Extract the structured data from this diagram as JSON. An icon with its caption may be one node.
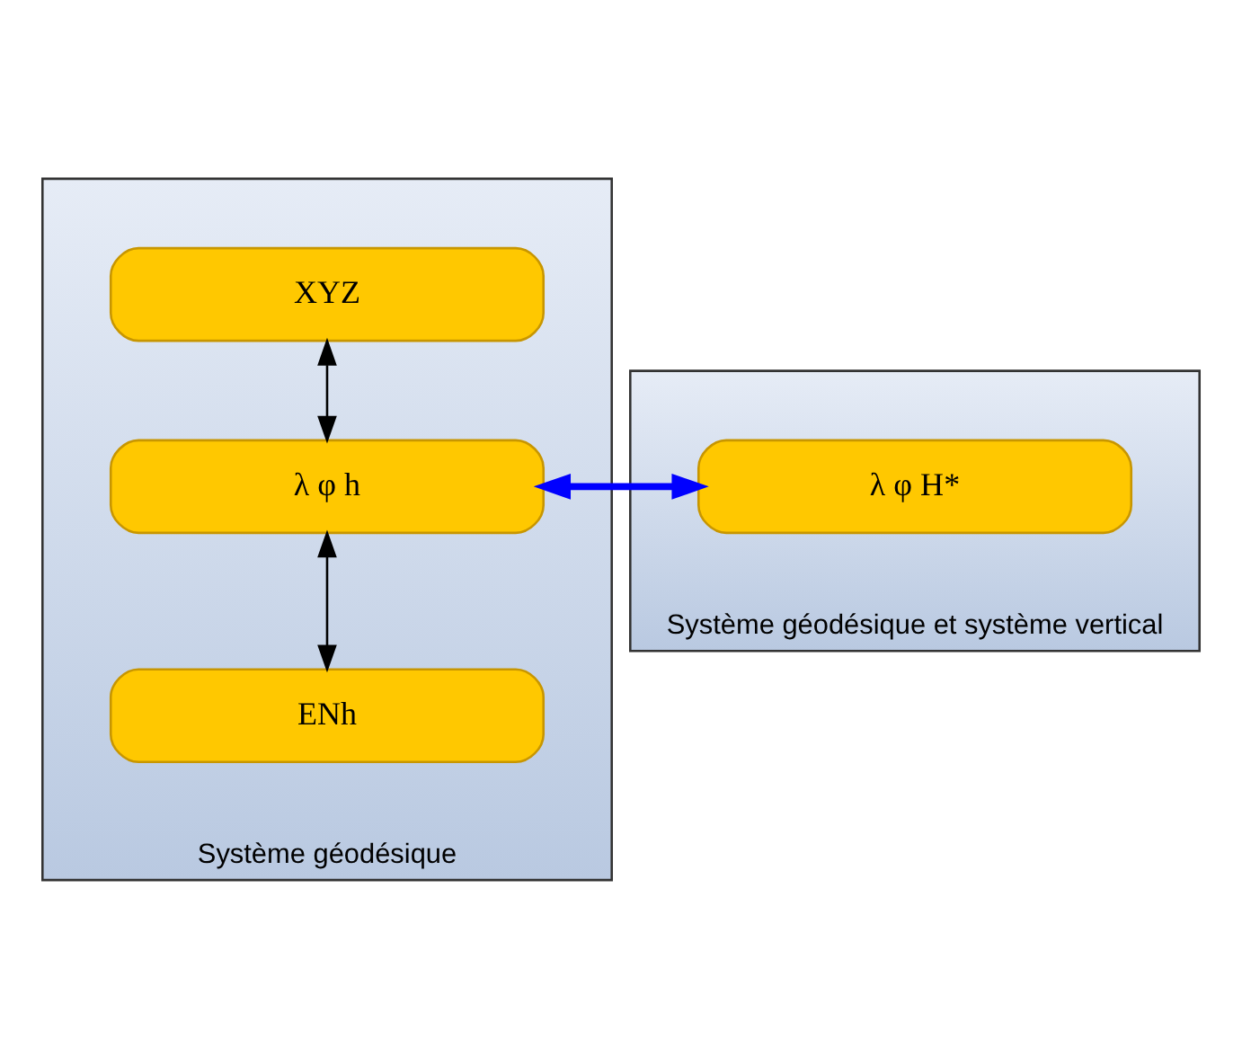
{
  "diagram": {
    "nodes": [
      {
        "text": [
          "Système géodésique"
        ]
      },
      {
        "text": [
          "XYZ"
        ],
        "in": 0
      },
      {
        "text": [
          "λ φ h"
        ],
        "in": 0
      },
      {
        "text": [
          "ENh"
        ],
        "in": 0
      },
      {
        "text": [
          "Système géodésique et système vertical"
        ]
      },
      {
        "text": [
          "λ φ H*"
        ],
        "in": 4
      }
    ],
    "edges": [
      {
        "from": 1,
        "to": 2,
        "arrow": "both"
      },
      {
        "from": 2,
        "to": 3,
        "arrow": "both"
      },
      {
        "from": 2,
        "to": 5,
        "arrow": "both",
        "style": "thick",
        "color": "#0000ff"
      }
    ]
  }
}
